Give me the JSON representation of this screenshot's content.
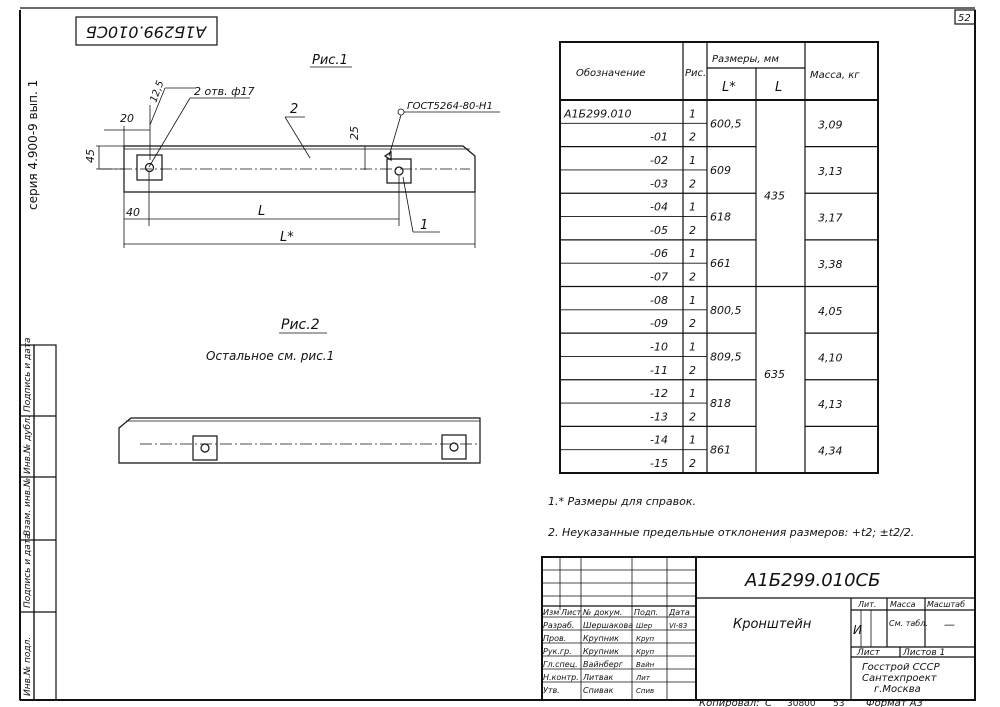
{
  "sheet_number": "52",
  "stamp_code": "А1Б299.010СБ",
  "series": "серия 4.900-9 вып. 1",
  "fig1": {
    "title": "Рис.1",
    "holes_label": "2 отв. ф17",
    "gost_label": "ГОСТ5264-80-Н1",
    "dim_12_5": "12,5",
    "dim_20": "20",
    "dim_25": "25",
    "dim_45": "45",
    "dim_40": "40",
    "dim_L": "L",
    "dim_Lstar": "L*",
    "pos_2": "2",
    "pos_1": "1"
  },
  "fig2": {
    "title": "Рис.2",
    "note": "Остальное см. рис.1"
  },
  "table": {
    "headers": {
      "designation": "Обозначение",
      "fig": "Рис.",
      "sizes": "Размеры, мм",
      "Lstar": "L*",
      "L": "L",
      "mass": "Масса, кг"
    },
    "rows": [
      {
        "designation": "А1Б299.010",
        "fig": "1"
      },
      {
        "designation": "-01",
        "fig": "2"
      },
      {
        "designation": "-02",
        "fig": "1"
      },
      {
        "designation": "-03",
        "fig": "2"
      },
      {
        "designation": "-04",
        "fig": "1"
      },
      {
        "designation": "-05",
        "fig": "2"
      },
      {
        "designation": "-06",
        "fig": "1"
      },
      {
        "designation": "-07",
        "fig": "2"
      },
      {
        "designation": "-08",
        "fig": "1"
      },
      {
        "designation": "-09",
        "fig": "2"
      },
      {
        "designation": "-10",
        "fig": "1"
      },
      {
        "designation": "-11",
        "fig": "2"
      },
      {
        "designation": "-12",
        "fig": "1"
      },
      {
        "designation": "-13",
        "fig": "2"
      },
      {
        "designation": "-14",
        "fig": "1"
      },
      {
        "designation": "-15",
        "fig": "2"
      }
    ],
    "Lstar_values": [
      "600,5",
      "609",
      "618",
      "661",
      "800,5",
      "809,5",
      "818",
      "861"
    ],
    "L_values": [
      "435",
      "635"
    ],
    "mass_values": [
      "3,09",
      "3,13",
      "3,17",
      "3,38",
      "4,05",
      "4,10",
      "4,13",
      "4,34"
    ]
  },
  "notes": [
    "1.* Размеры для справок.",
    "2. Неуказанные предельные отклонения размеров: +t2; ±t2/2."
  ],
  "side_labels": [
    "Инв.№ подл.",
    "Подпись и дата",
    "Взам. инв.№",
    "Инв.№ дубл.",
    "Подпись и дата"
  ],
  "title_block": {
    "doc_code": "А1Б299.010СБ",
    "name": "Кронштейн",
    "lit_label": "Лит.",
    "mass_label": "Масса",
    "scale_label": "Масштаб",
    "lit_value": "И",
    "mass_value": "См. табл.",
    "scale_value": "—",
    "sheet_label": "Лист",
    "sheets_label": "Листов 1",
    "org": [
      "Госстрой СССР",
      "Сантехпроект",
      "г.Москва"
    ],
    "col_headers": [
      "Изм",
      "Лист",
      "№ докум.",
      "Подп.",
      "Дата"
    ],
    "roles": [
      {
        "role": "Разраб.",
        "name": "Шершакова",
        "sign": "Шер",
        "date": "VI-83"
      },
      {
        "role": "Пров.",
        "name": "Крупник",
        "sign": "Круп",
        "date": ""
      },
      {
        "role": "Рук.гр.",
        "name": "Крупник",
        "sign": "Круп",
        "date": ""
      },
      {
        "role": "Гл.спец.",
        "name": "Вайнберг",
        "sign": "Вайн",
        "date": ""
      },
      {
        "role": "Н.контр.",
        "name": "Литвак",
        "sign": "Лит",
        "date": ""
      },
      {
        "role": "Утв.",
        "name": "Спивак",
        "sign": "Спив",
        "date": ""
      }
    ]
  },
  "footer": {
    "copied": "Копировал:",
    "copied_sign": "С",
    "order": "30800",
    "page": "53",
    "format": "Формат А3"
  }
}
